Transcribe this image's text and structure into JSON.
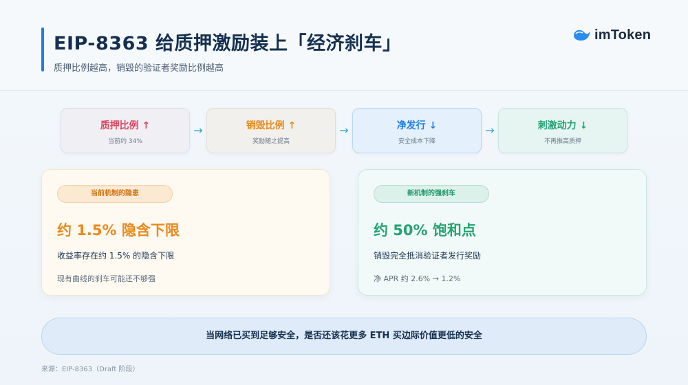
{
  "header": {
    "title": "EIP-8363 给质押激励装上「经济刹车」",
    "subtitle": "质押比例越高，销毁的验证者奖励比例越高",
    "logo_text": "imToken"
  },
  "flow": [
    {
      "label": "质押比例 ↑",
      "sub": "当前约 34%",
      "color": "#e0445f"
    },
    {
      "label": "销毁比例 ↑",
      "sub": "奖励随之提高",
      "color": "#ea8a1a"
    },
    {
      "label": "净发行 ↓",
      "sub": "安全成本下降",
      "color": "#1e7ee6"
    },
    {
      "label": "刺激动力 ↓",
      "sub": "不再推高质押",
      "color": "#24a373"
    }
  ],
  "flow_arrow": "→",
  "cards": {
    "left": {
      "pill": "当前机制的隐患",
      "headline": "约 1.5% 隐含下限",
      "line1": "收益率存在约 1.5% 的隐含下限",
      "line2": "现有曲线的刹车可能还不够强",
      "accent": "#e98a1c"
    },
    "right": {
      "pill": "新机制的强刹车",
      "headline": "约 50% 饱和点",
      "line1": "销毁完全抵消验证者发行奖励",
      "line2": "净 APR 约 2.6% → 1.2%",
      "accent": "#24a373"
    }
  },
  "banner": "当网络已买到足够安全，是否还该花更多 ETH 买边际价值更低的安全",
  "source": "来源：EIP-8363（Draft 阶段）"
}
